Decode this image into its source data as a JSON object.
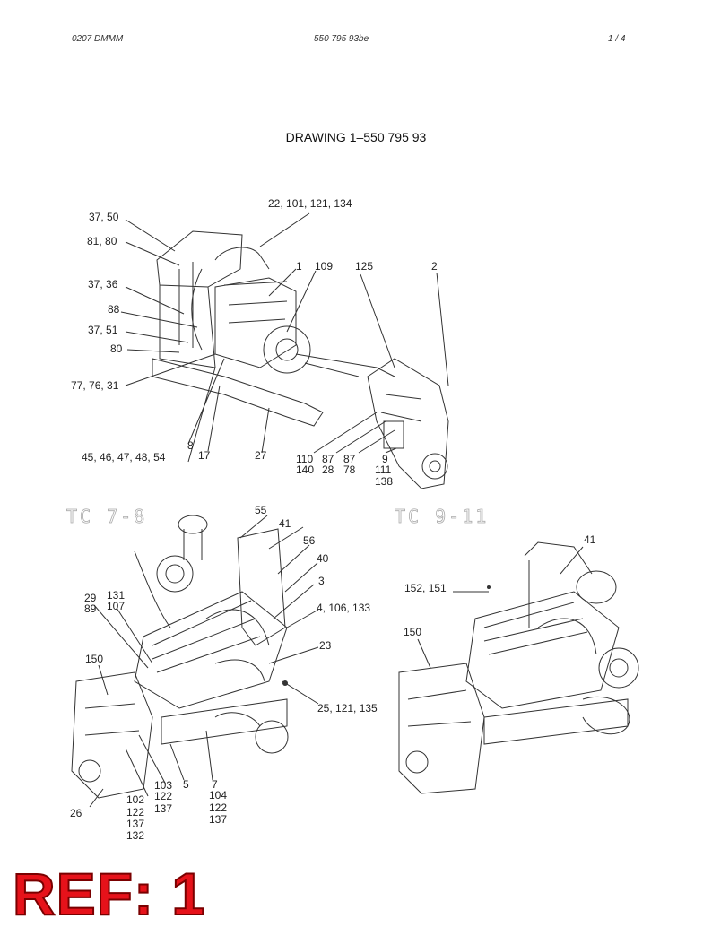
{
  "header": {
    "left": "0207 DMMM",
    "center": "550 795 93be",
    "right": "1 /  4"
  },
  "title": "DRAWING 1–550 795 93",
  "groups": {
    "tc78": "TC 7-8",
    "tc911": "TC 9-11"
  },
  "labels": {
    "l1": "37, 50",
    "l2": "81, 80",
    "l3": "22, 101, 121, 134",
    "l4": "1",
    "l5": "109",
    "l6": "125",
    "l7": "2",
    "l8": "37, 36",
    "l9": "88",
    "l10": "37, 51",
    "l11": "80",
    "l12": "77, 76, 31",
    "l13": "8",
    "l14": "45, 46, 47, 48, 54",
    "l15": "17",
    "l16": "27",
    "l17": "110",
    "l18": "140",
    "l19": "87",
    "l20": "28",
    "l21": "87",
    "l22": "78",
    "l23": "9",
    "l24": "111",
    "l25": "138",
    "m1": "55",
    "m2": "41",
    "m3": "56",
    "m4": "40",
    "m5": "3",
    "m6": "4, 106, 133",
    "m7": "29",
    "m8": "89",
    "m9": "131",
    "m10": "107",
    "m11": "150",
    "m12": "23",
    "m13": "25, 121, 135",
    "m14": "103",
    "m15": "122",
    "m16": "137",
    "m17": "5",
    "m18": "7",
    "m19": "104",
    "m20": "122",
    "m21": "137",
    "m22": "102",
    "m23": "122",
    "m24": "137",
    "m25": "132",
    "m26": "26",
    "n1": "41",
    "n2": "152, 151",
    "n3": "150"
  },
  "stamp": "REF: 1",
  "colors": {
    "stamp": "#e6121a",
    "line": "#333333"
  }
}
